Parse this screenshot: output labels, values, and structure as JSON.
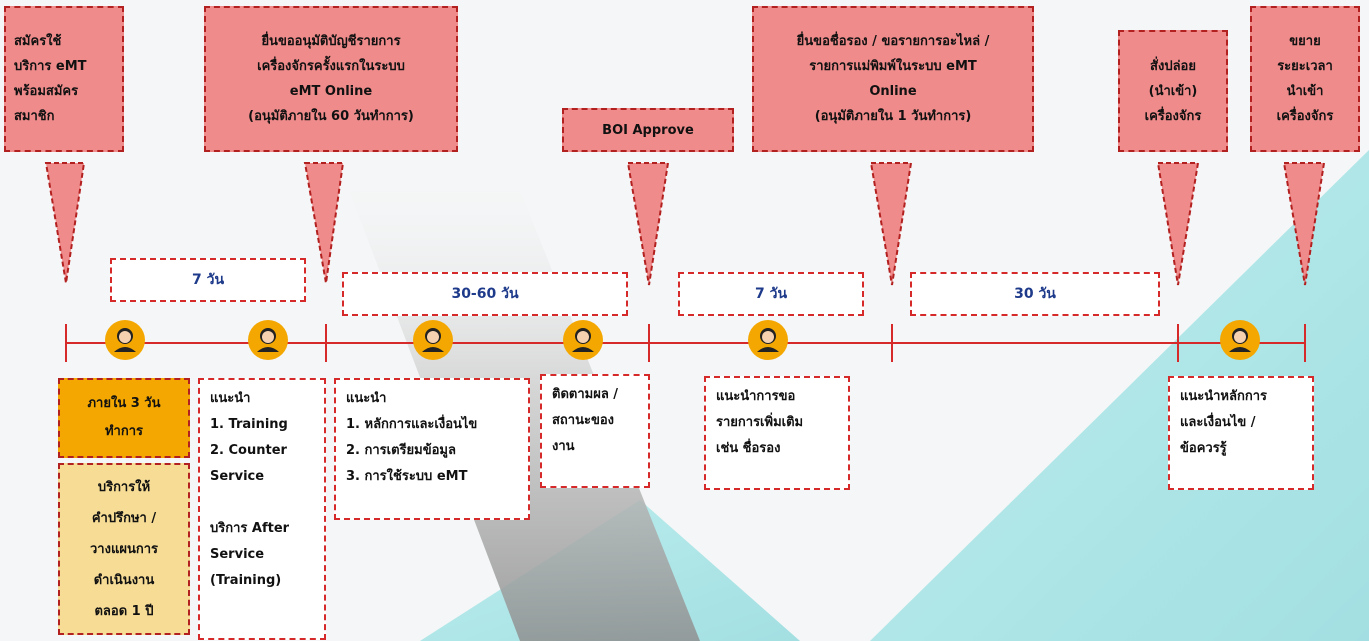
{
  "top_labels": [
    "สมัครใช้\nบริการ eMT\nพร้อมสมัคร\nสมาชิก",
    "ยื่นขออนุมัติบัญชีรายการ\nเครื่องจักรครั้งแรกในระบบ\neMT Online\n(อนุมัติภายใน 60 วันทำการ)",
    "BOI Approve",
    "ยื่นขอชื่อรอง / ขอรายการอะไหล่ /\nรายการแม่พิมพ์ในระบบ eMT\nOnline\n(อนุมัติภายใน 1 วันทำการ)",
    "สั่งปล่อย\n(นำเข้า)\nเครื่องจักร",
    "ขยาย\nระยะเวลา\nนำเข้า\nเครื่องจักร"
  ],
  "durations": [
    "7 วัน",
    "30-60 วัน",
    "7 วัน",
    "30 วัน"
  ],
  "bottom": {
    "within3": "ภายใน 3 วัน\nทำการ",
    "consult": "บริการให้\nคำปรึกษา /\nวางแผนการ\nดำเนินงาน\nตลอด 1 ปี",
    "box2": [
      "แนะนำ",
      "1. Training",
      "2. Counter",
      "Service",
      "",
      "บริการ After",
      "Service",
      "(Training)"
    ],
    "box3": [
      "แนะนำ",
      "1. หลักการและเงื่อนไข",
      "2. การเตรียมข้อมูล",
      "3. การใช้ระบบ eMT"
    ],
    "box4": [
      "ติดตามผล /",
      "สถานะของ",
      "งาน"
    ],
    "box5": [
      "แนะนำการขอ",
      "รายการเพิ่มเติม",
      "เช่น ชื่อรอง"
    ],
    "box6": [
      "แนะนำหลักการ",
      "และเงื่อนไข /",
      "ข้อควรรู้"
    ]
  },
  "colors": {
    "callout_fill": "#f08b8b",
    "callout_border": "#b32020",
    "timeline": "#d62a2a",
    "duration_text": "#1e3a8a",
    "orange": "#f3a700",
    "cream": "#f6dc95",
    "teal": "#a9e4e6",
    "gray": "#9a9a9a"
  },
  "icons": [
    "person-icon",
    "person-icon",
    "person-icon",
    "person-icon",
    "person-icon",
    "person-icon"
  ]
}
